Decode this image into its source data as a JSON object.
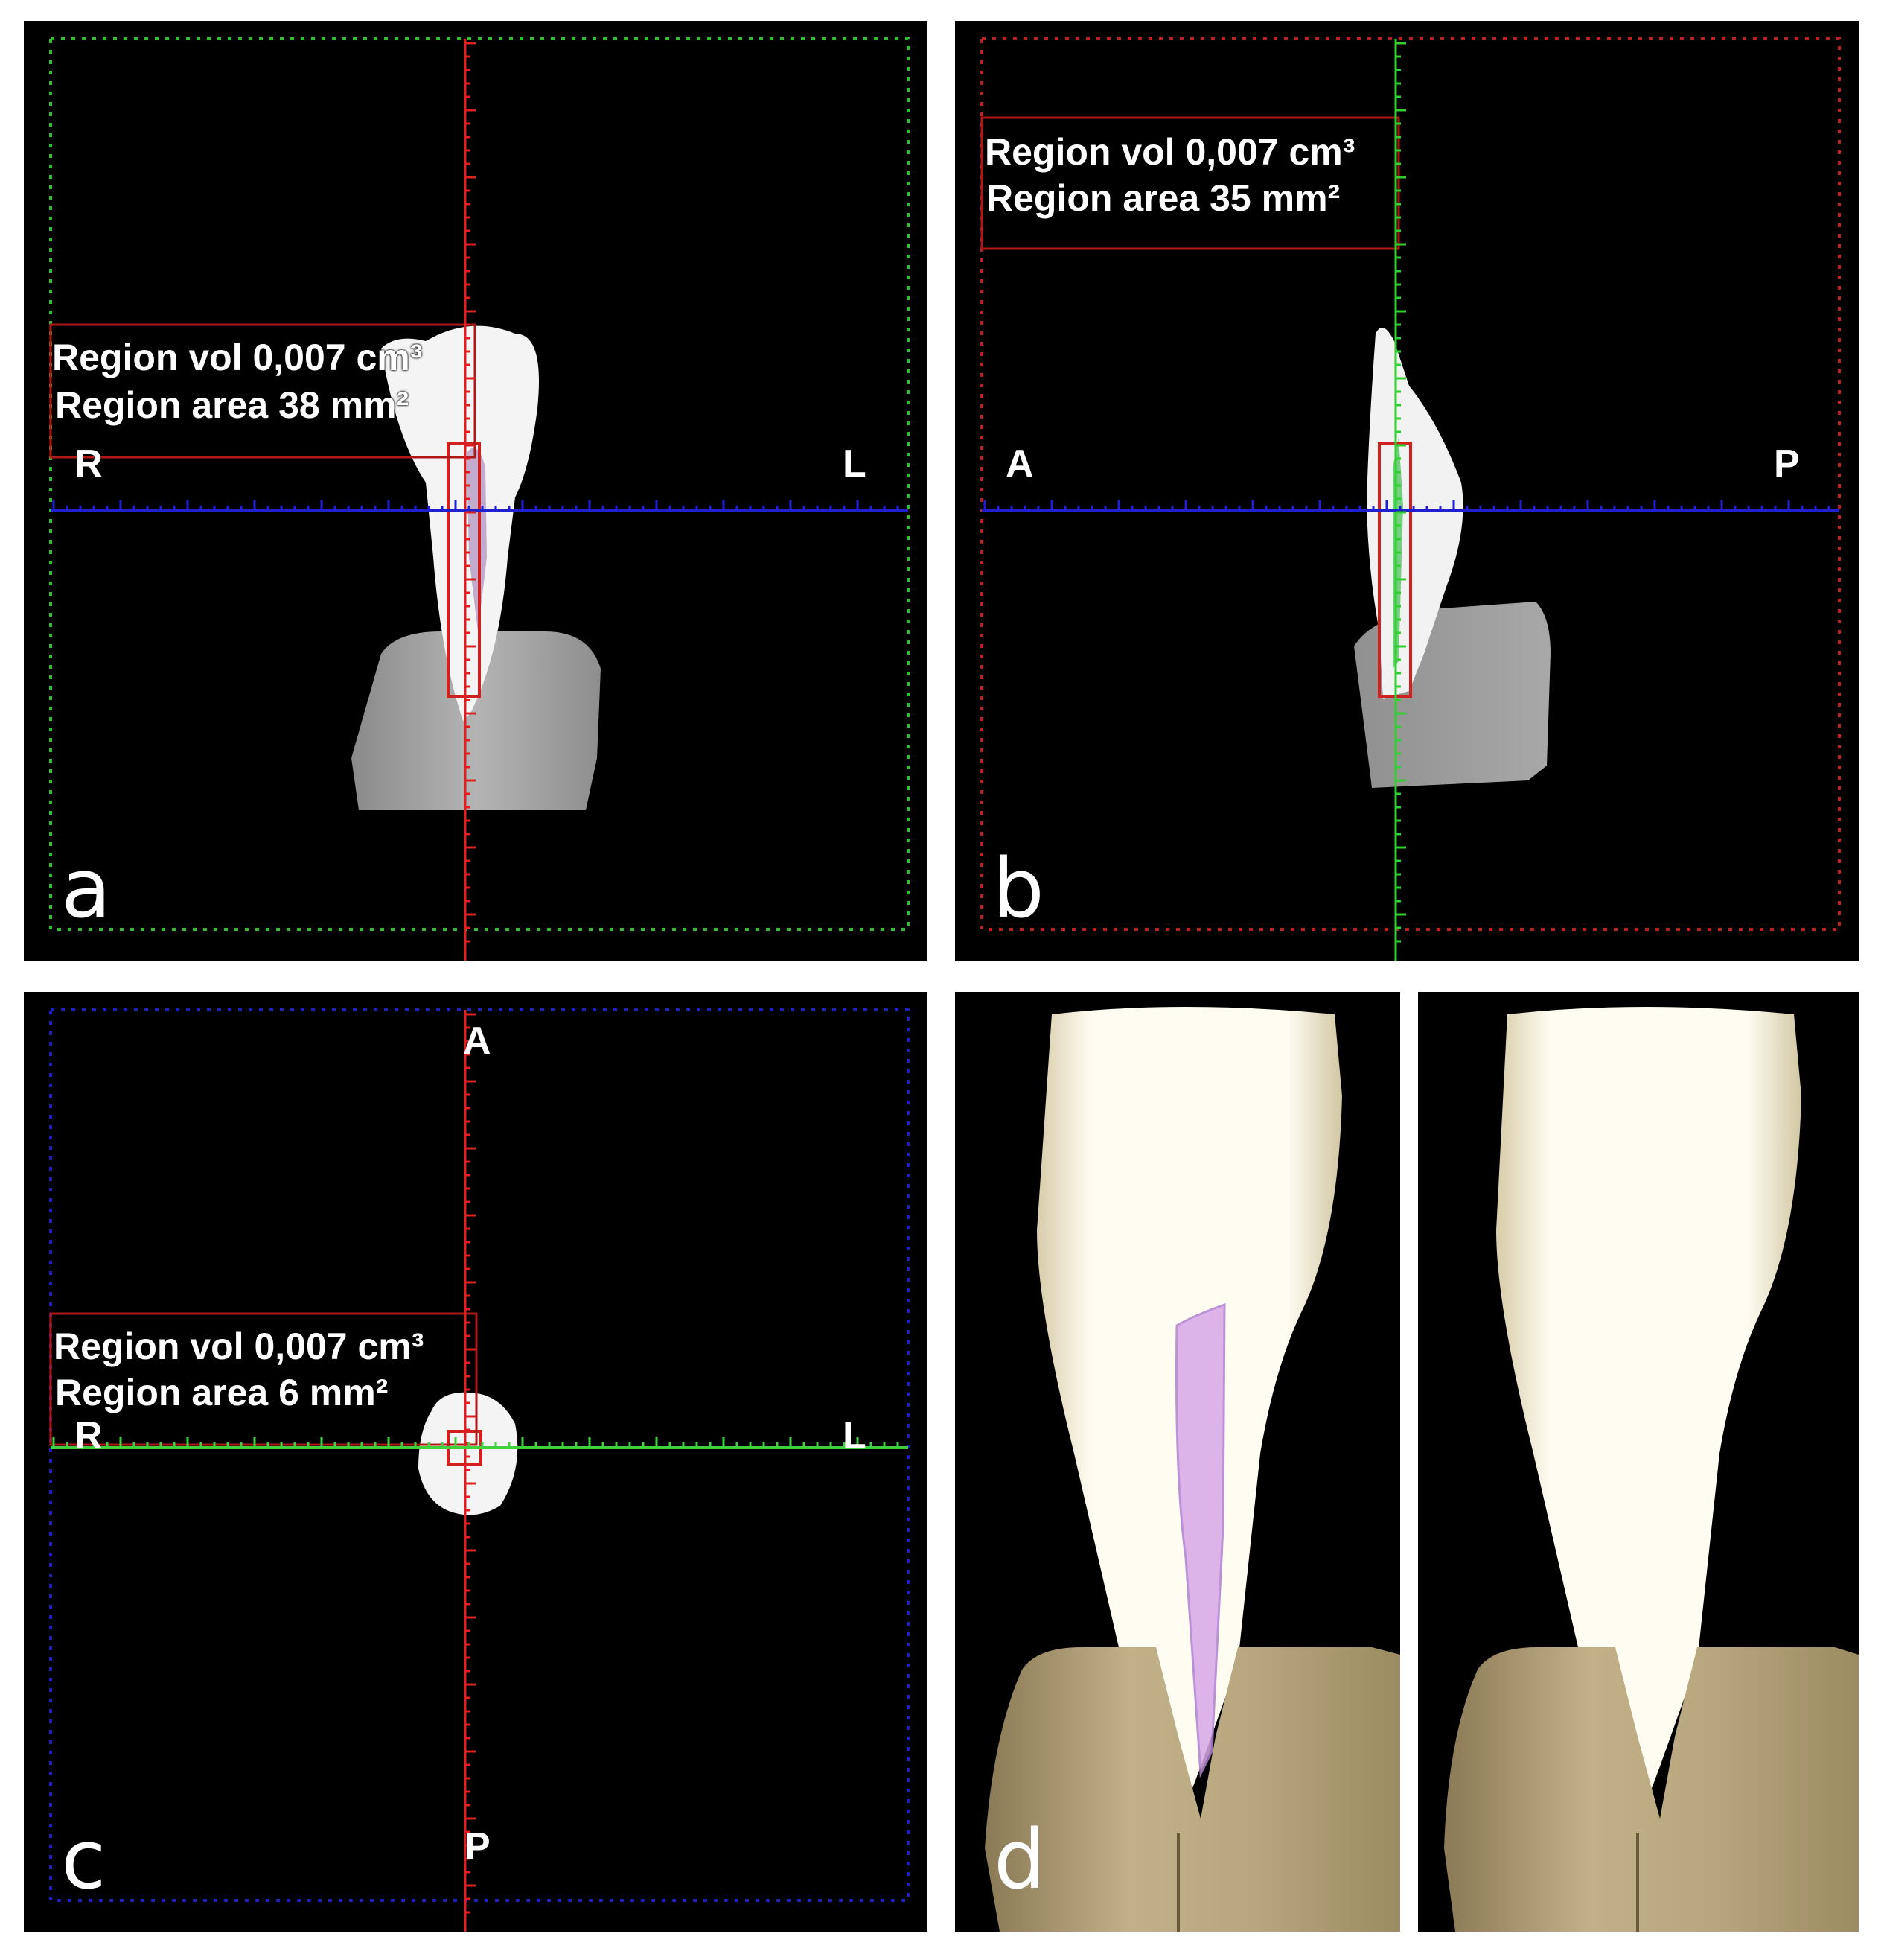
{
  "panels": {
    "a": {
      "letter": "a",
      "region_vol": "Region vol 0,007 cm³",
      "region_area": "Region area 38 mm²",
      "left_label": "R",
      "right_label": "L",
      "frame_color": "#2fbf2f",
      "vertical_line_color": "#e02020",
      "horizontal_line_color": "#2020d0"
    },
    "b": {
      "letter": "b",
      "region_vol": "Region vol 0,007 cm³",
      "region_area": "Region area 35 mm²",
      "left_label": "A",
      "right_label": "P",
      "frame_color": "#c02020",
      "vertical_line_color": "#30d030",
      "horizontal_line_color": "#2020d0"
    },
    "c": {
      "letter": "c",
      "region_vol": "Region vol 0,007 cm³",
      "region_area": "Region area 6 mm²",
      "left_label": "R",
      "right_label": "L",
      "top_label": "A",
      "bottom_label": "P",
      "frame_color": "#2020c0",
      "vertical_line_color": "#e02020",
      "horizontal_line_color": "#40d040"
    },
    "d": {
      "letter": "d",
      "canal_highlight_color": "#d8a8e8",
      "tooth_color": "#fffbe8",
      "bone_color": "#b8a478"
    }
  }
}
